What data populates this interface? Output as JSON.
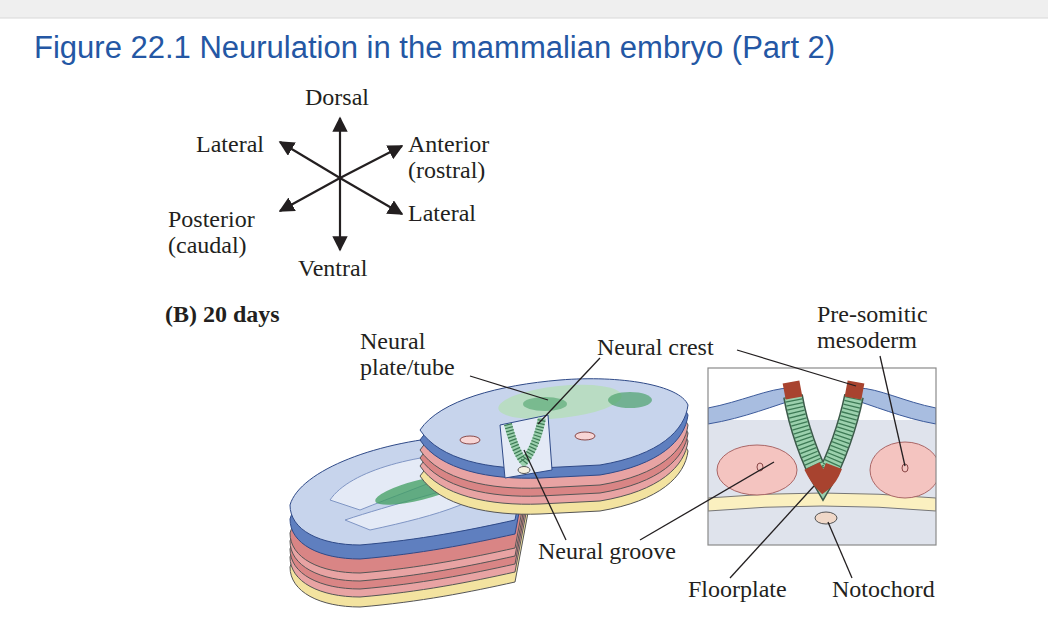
{
  "diagram": {
    "title": "Figure 22.1  Neurulation in the mammalian embryo (Part 2)",
    "labels": [
      "Dorsal",
      "Lateral",
      "Anterior (rostral)",
      "Posterior (caudal)",
      "Lateral",
      "Ventral",
      "(B) 20 days",
      "Neural plate/tube",
      "Neural crest",
      "Pre-somitic mesoderm",
      "Neural groove",
      "Floorplate",
      "Notochord"
    ]
  }
}
